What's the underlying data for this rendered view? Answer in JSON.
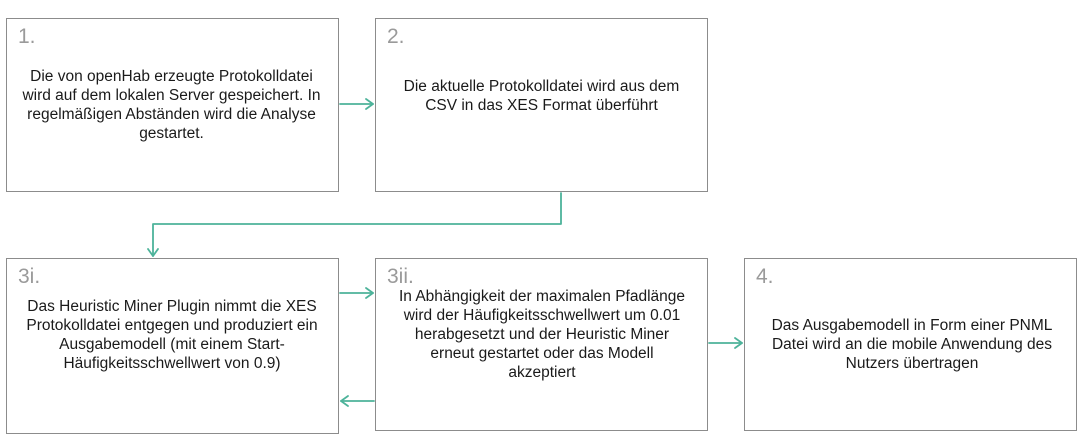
{
  "steps": [
    {
      "num": "1.",
      "text": "Die von openHab erzeugte Protokolldatei wird auf dem lokalen Server gespeichert. In regelmäßigen Abständen wird die Analyse gestartet."
    },
    {
      "num": "2.",
      "text": "Die aktuelle Protokolldatei wird aus dem CSV in das XES Format überführt"
    },
    {
      "num": "3i.",
      "text": "Das Heuristic Miner Plugin nimmt die XES Protokolldatei entgegen und produziert ein Ausgabemodell (mit einem Start-Häufigkeitsschwellwert von 0.9)"
    },
    {
      "num": "3ii.",
      "text": "In Abhängigkeit der maximalen Pfadlänge wird der Häufigkeitsschwellwert um 0.01 herabgesetzt und der Heuristic Miner erneut gestartet oder das Modell akzeptiert"
    },
    {
      "num": "4.",
      "text": "Das Ausgabemodell in Form einer PNML Datei wird an die mobile Anwendung des Nutzers übertragen"
    }
  ],
  "colors": {
    "arrow": "#4db39a",
    "border": "#8c8c8c",
    "number": "#9a9a9a"
  }
}
